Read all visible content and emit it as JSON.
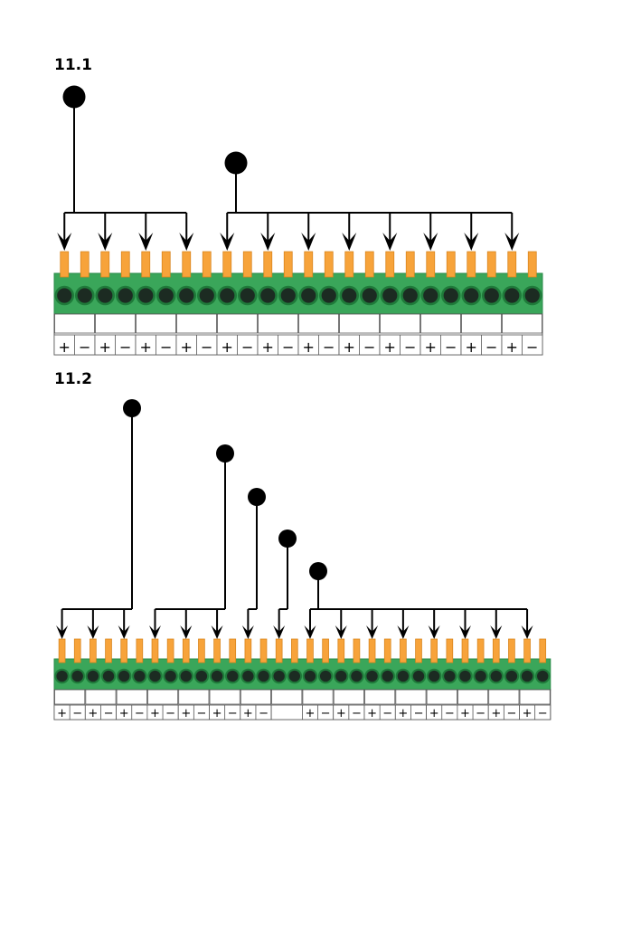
{
  "diagram_data": {
    "colors": {
      "board": "#3aa65a",
      "board_edge": "#2a8a48",
      "pin": "#f7a33a",
      "pin_edge": "#d9861f",
      "socket_ring": "#1f7a3a",
      "socket_hole": "#1c2b22",
      "line": "#000000",
      "cell_border": "#555555"
    },
    "sections": [
      {
        "label": "11.1",
        "channels": 12,
        "channel_labels": [
          "+",
          "−"
        ],
        "blank_channels": [],
        "sources": [
          {
            "feeds_channels": [
              1,
              2,
              3,
              4
            ]
          },
          {
            "feeds_channels": [
              5,
              6,
              7,
              8,
              9,
              10,
              11,
              12
            ]
          }
        ]
      },
      {
        "label": "11.2",
        "channels": 16,
        "channel_labels": [
          "+",
          "−"
        ],
        "blank_channels": [
          8
        ],
        "sources": [
          {
            "feeds_channels": [
              1,
              2,
              3
            ]
          },
          {
            "feeds_channels": [
              4,
              5,
              6
            ]
          },
          {
            "feeds_channels": [
              7
            ]
          },
          {
            "feeds_channels": [
              8
            ]
          },
          {
            "feeds_channels": [
              9,
              10,
              11,
              12,
              13,
              14,
              15,
              16
            ]
          }
        ]
      }
    ]
  }
}
